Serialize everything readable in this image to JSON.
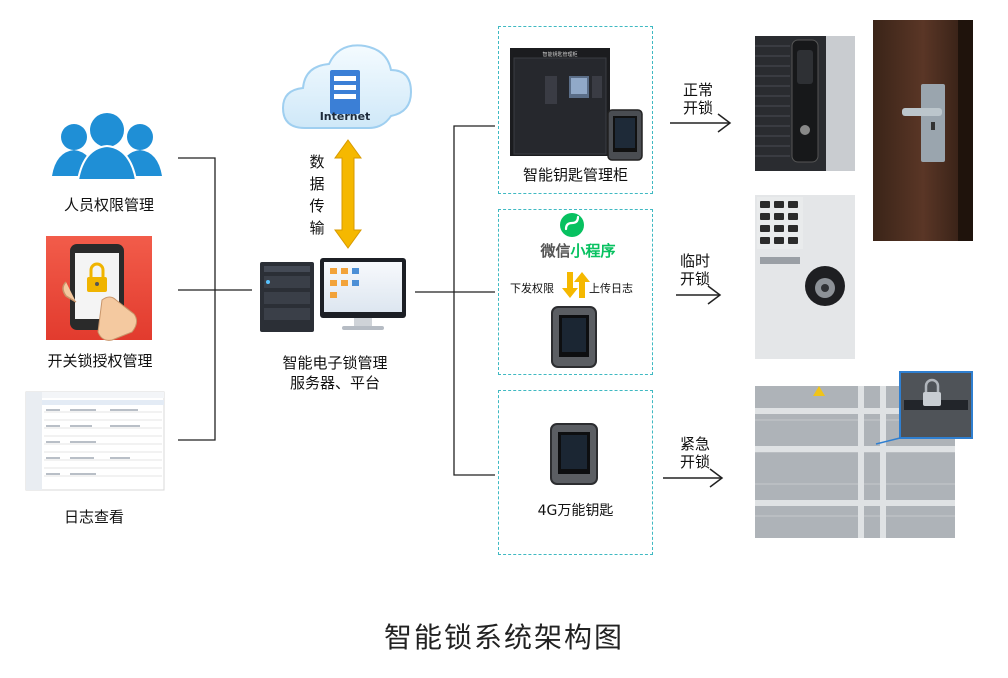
{
  "left": {
    "personnel_label": "人员权限管理",
    "switch_auth_label": "开关锁授权管理",
    "log_label": "日志查看"
  },
  "cloud": {
    "label": "Internet"
  },
  "transfer_label": [
    "数",
    "据",
    "传",
    "输"
  ],
  "server": {
    "label_line1": "智能电子锁管理",
    "label_line2": "服务器、平台"
  },
  "boxes": {
    "cabinet": {
      "label": "智能钥匙管理柜",
      "sign": "智能钥匙管理柜"
    },
    "miniprogram": {
      "brand_a": "微信",
      "brand_b": "小程序",
      "down_label": "下发权限",
      "up_label": "上传日志"
    },
    "universal_key": {
      "label": "4G万能钥匙"
    }
  },
  "arrows": {
    "normal": [
      "正常",
      "开锁"
    ],
    "temporary": [
      "临时",
      "开锁"
    ],
    "emergency": [
      "紧急",
      "开锁"
    ]
  },
  "colors": {
    "accent_teal": "#3fb9c2",
    "arrow_yellow": "#f5b800",
    "people_blue": "#1f8fd6",
    "phone_red": "#e8453c",
    "wechat_green": "#07c160"
  },
  "footer_title": "智能锁系统架构图"
}
